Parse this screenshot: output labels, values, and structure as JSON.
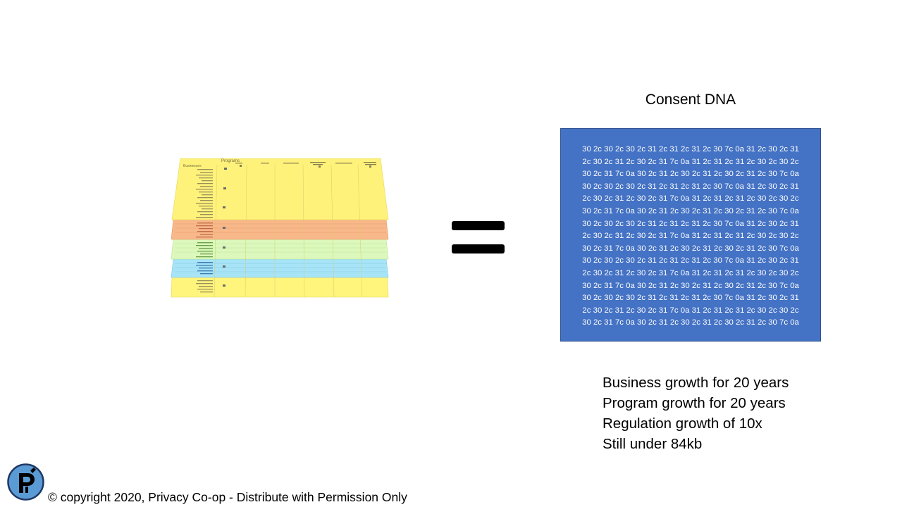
{
  "slide": {
    "title": "Consent DNA",
    "hex_lines": [
      "30 2c 30 2c 30 2c 31 2c 31 2c 31 2c 30 7c 0a 31 2c 30 2c 31",
      "2c 30 2c 31 2c 30 2c 31 7c 0a 31 2c 31 2c 31 2c 30 2c 30 2c",
      "30 2c 31 7c 0a 30 2c 31 2c 30 2c 31 2c 30 2c 31 2c 30 7c 0a",
      "30 2c 30 2c 30 2c 31 2c 31 2c 31 2c 30 7c 0a 31 2c 30 2c 31",
      "2c 30 2c 31 2c 30 2c 31 7c 0a 31 2c 31 2c 31 2c 30 2c 30 2c",
      "30 2c 31 7c 0a 30 2c 31 2c 30 2c 31 2c 30 2c 31 2c 30 7c 0a",
      "30 2c 30 2c 30 2c 31 2c 31 2c 31 2c 30 7c 0a 31 2c 30 2c 31",
      "2c 30 2c 31 2c 30 2c 31 7c 0a 31 2c 31 2c 31 2c 30 2c 30 2c",
      "30 2c 31 7c 0a 30 2c 31 2c 30 2c 31 2c 30 2c 31 2c 30 7c 0a",
      "30 2c 30 2c 30 2c 31 2c 31 2c 31 2c 30 7c 0a 31 2c 30 2c 31",
      "2c 30 2c 31 2c 30 2c 31 7c 0a 31 2c 31 2c 31 2c 30 2c 30 2c",
      "30 2c 31 7c 0a 30 2c 31 2c 30 2c 31 2c 30 2c 31 2c 30 7c 0a",
      "30 2c 30 2c 30 2c 31 2c 31 2c 31 2c 30 7c 0a 31 2c 30 2c 31",
      "2c 30 2c 31 2c 30 2c 31 7c 0a 31 2c 31 2c 31 2c 30 2c 30 2c",
      "30 2c 31 7c 0a 30 2c 31 2c 30 2c 31 2c 30 2c 31 2c 30 7c 0a"
    ],
    "growth_lines": [
      "Business growth for 20 years",
      "Program growth for 20 years",
      "Regulation growth of 10x",
      "Still under 84kb"
    ],
    "copyright": "© copyright 2020, Privacy Co-op - Distribute with Permission Only"
  },
  "sheets": {
    "header_label": "Programs",
    "row_header_label": "Businesses",
    "colors": {
      "yellow": "#fff27a",
      "orange": "#f8b88a",
      "green": "#d9f7b8",
      "blue": "#a8e4f7",
      "yellow_bottom": "#fff47c"
    }
  },
  "colors": {
    "box_fill": "#4472c4",
    "box_border": "#2f528f",
    "logo_blue": "#5b9bd5"
  },
  "icons": {
    "logo": "privacy-coop-logo",
    "equals": "equals-sign"
  }
}
